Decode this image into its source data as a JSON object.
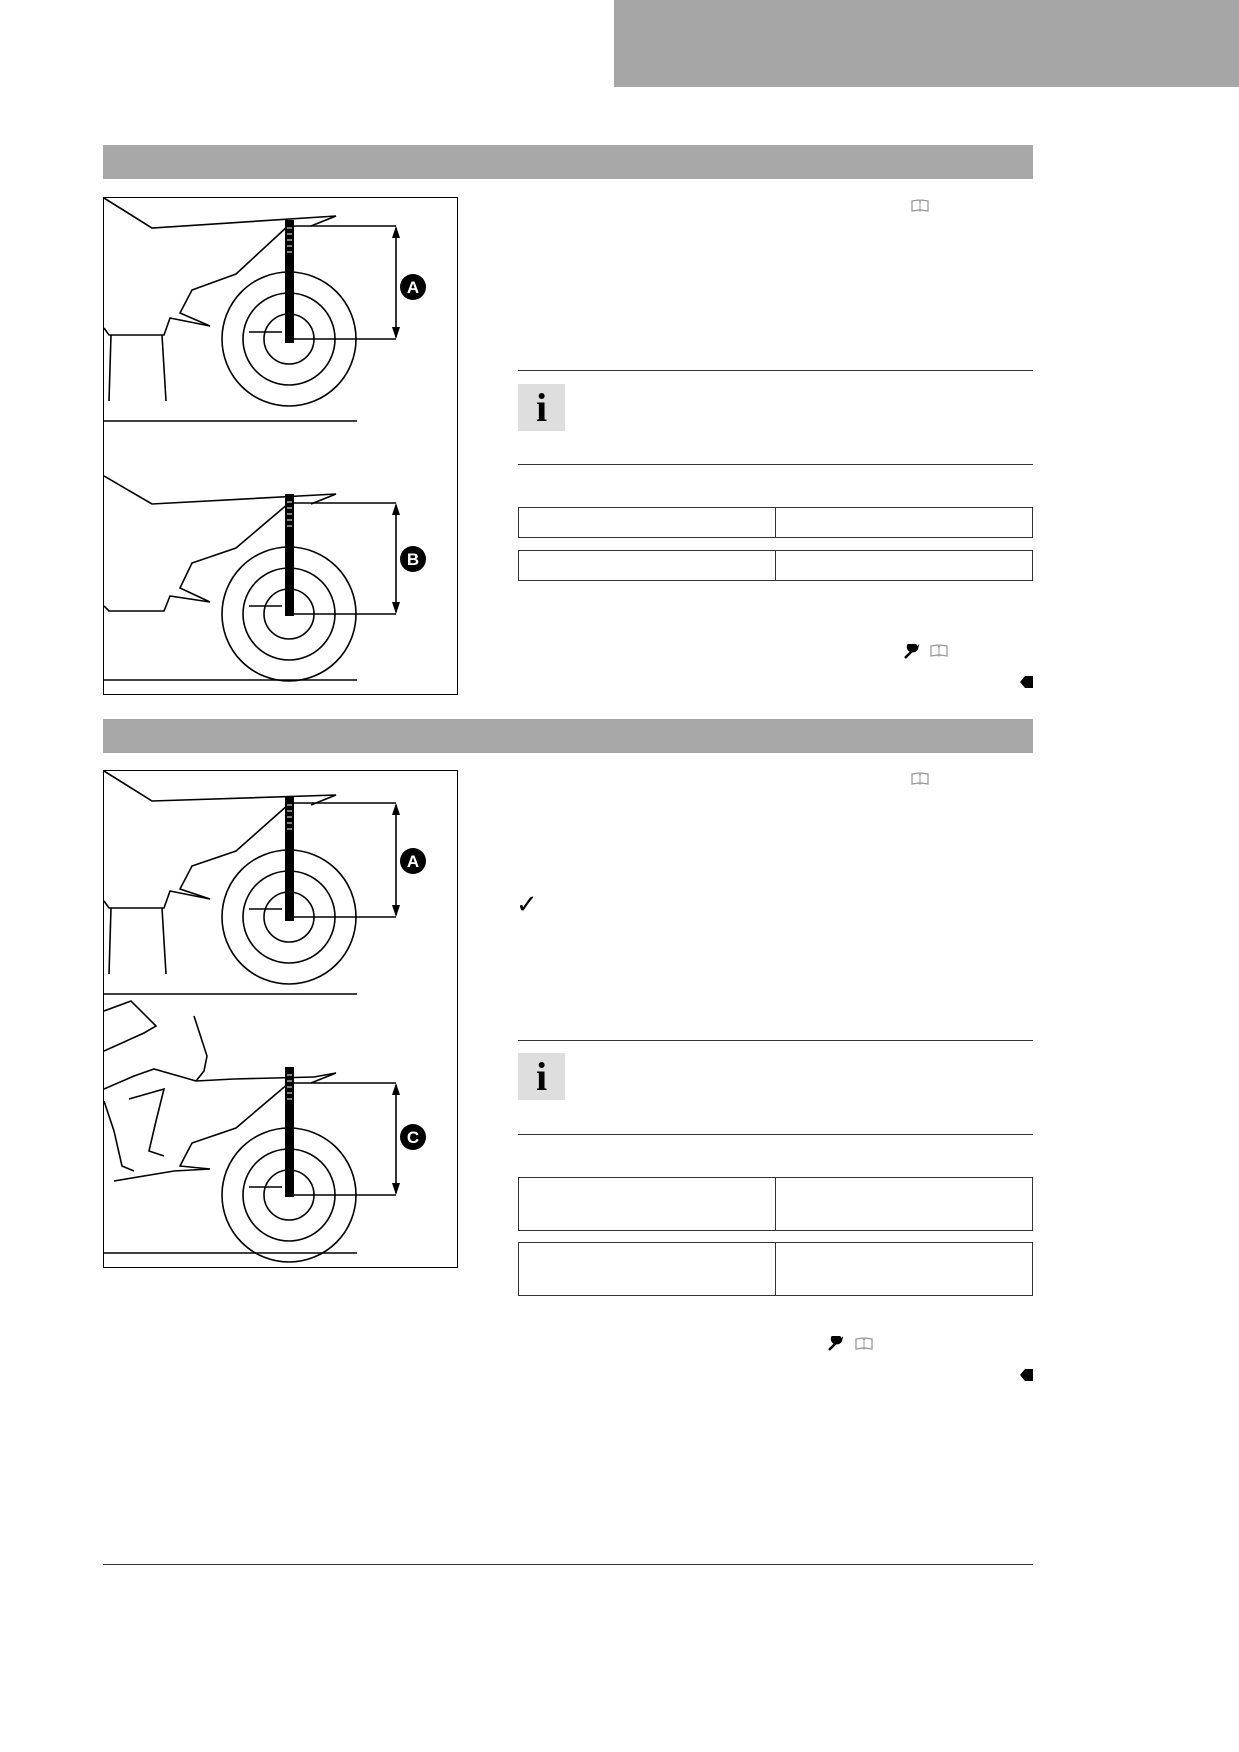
{
  "page": {
    "header_tab": "",
    "sections": [
      {
        "id": "section-1",
        "title": "",
        "figure_letters": [
          "A",
          "B"
        ],
        "icons": {
          "manual": "book-icon",
          "tool": "wrench-icon",
          "end": "end-marker-icon"
        }
      },
      {
        "id": "section-2",
        "title": "",
        "figure_letters": [
          "A",
          "C"
        ],
        "check_mark": "✓",
        "icons": {
          "manual": "book-icon",
          "tool": "wrench-icon",
          "end": "end-marker-icon"
        }
      }
    ]
  },
  "info_icon_glyph": "i",
  "colors": {
    "tab": "#a6a6a6",
    "section_bar": "#a8a8a8",
    "info_box": "#dedede"
  }
}
